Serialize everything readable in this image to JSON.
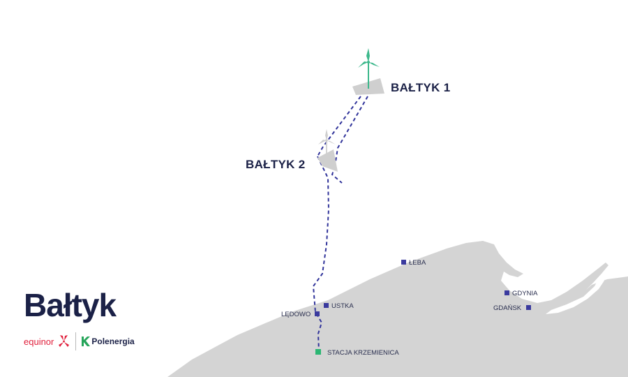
{
  "farms": [
    {
      "id": "baltyk1",
      "label": "BAŁTYK 1"
    },
    {
      "id": "baltyk2",
      "label": "BAŁTYK 2"
    }
  ],
  "cities": [
    {
      "id": "leba",
      "label": "ŁEBA"
    },
    {
      "id": "ustka",
      "label": "USTKA"
    },
    {
      "id": "ledowo",
      "label": "LĘDOWO"
    },
    {
      "id": "gdynia",
      "label": "GDYNIA"
    },
    {
      "id": "gdansk",
      "label": "GDAŃSK"
    },
    {
      "id": "stacja",
      "label": "STACJA KRZEMIENICA"
    }
  ],
  "brand": {
    "name": "Bałtyk"
  },
  "partners": {
    "equinor": "equinor",
    "polenergia": "Polenergia"
  },
  "colors": {
    "land": "#d4d4d4",
    "cable": "#30339a",
    "city_marker": "#3a3a9e",
    "station_marker": "#2bb673",
    "turbine_b1": "#3db88c",
    "turbine_b2": "#cfcfcf",
    "farm_area": "#cfcfcf",
    "brand": "#1b2147",
    "equinor": "#e0203c",
    "polenergia": "#26a55a"
  },
  "icons": {
    "turbine": "wind-turbine-icon",
    "city": "square-marker-icon",
    "station": "green-square-marker-icon",
    "equinor": "equinor-star-icon",
    "polenergia": "polenergia-k-icon"
  }
}
